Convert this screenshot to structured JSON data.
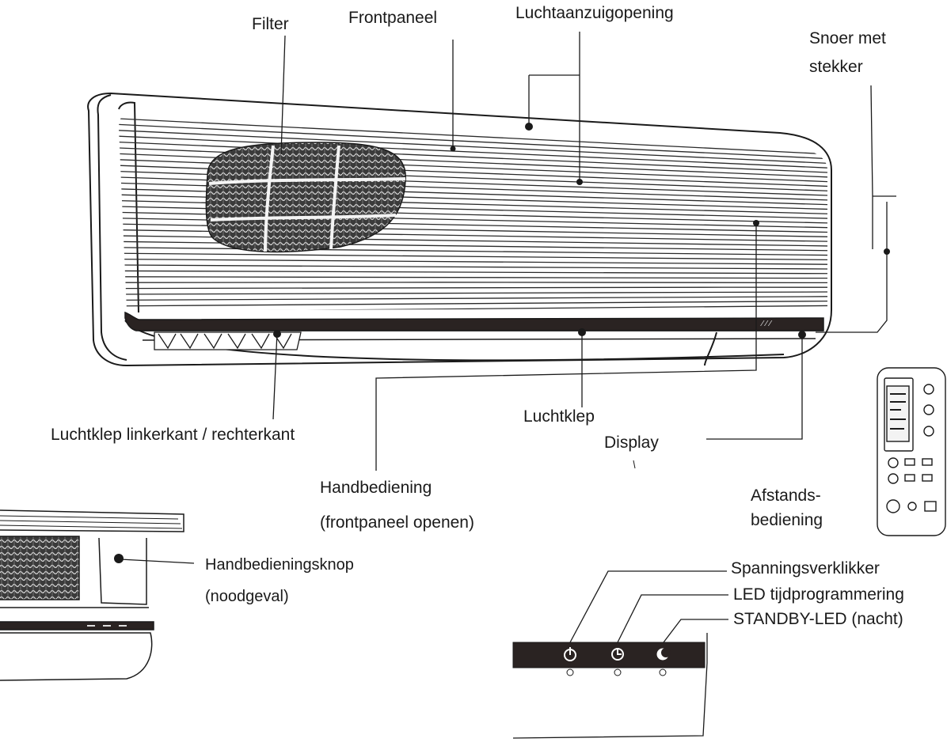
{
  "labels": {
    "filter": "Filter",
    "frontpaneel": "Frontpaneel",
    "luchtaanzuigopening": "Luchtaanzuigopening",
    "snoer_line1": "Snoer met",
    "snoer_line2": "stekker",
    "luchtklep_zijkant": "Luchtklep linkerkant / rechterkant",
    "luchtklep": "Luchtklep",
    "display": "Display",
    "handbediening_line1": "Handbediening",
    "handbediening_line2": "(frontpaneel openen)",
    "afstands_line1": "Afstands-",
    "afstands_line2": "bediening",
    "knop_line1": "Handbedieningsknop",
    "knop_line2": "(noodgeval)",
    "spanningsverklikker": "Spanningsverklikker",
    "led_tijd": "LED tijdprogrammering",
    "standby_led": "STANDBY-LED (nacht)"
  },
  "icons": [
    "power-icon",
    "timer-icon",
    "moon-icon"
  ],
  "colors": {
    "ink": "#1a1a1a",
    "panel": "#2a2322",
    "paper": "#ffffff"
  }
}
